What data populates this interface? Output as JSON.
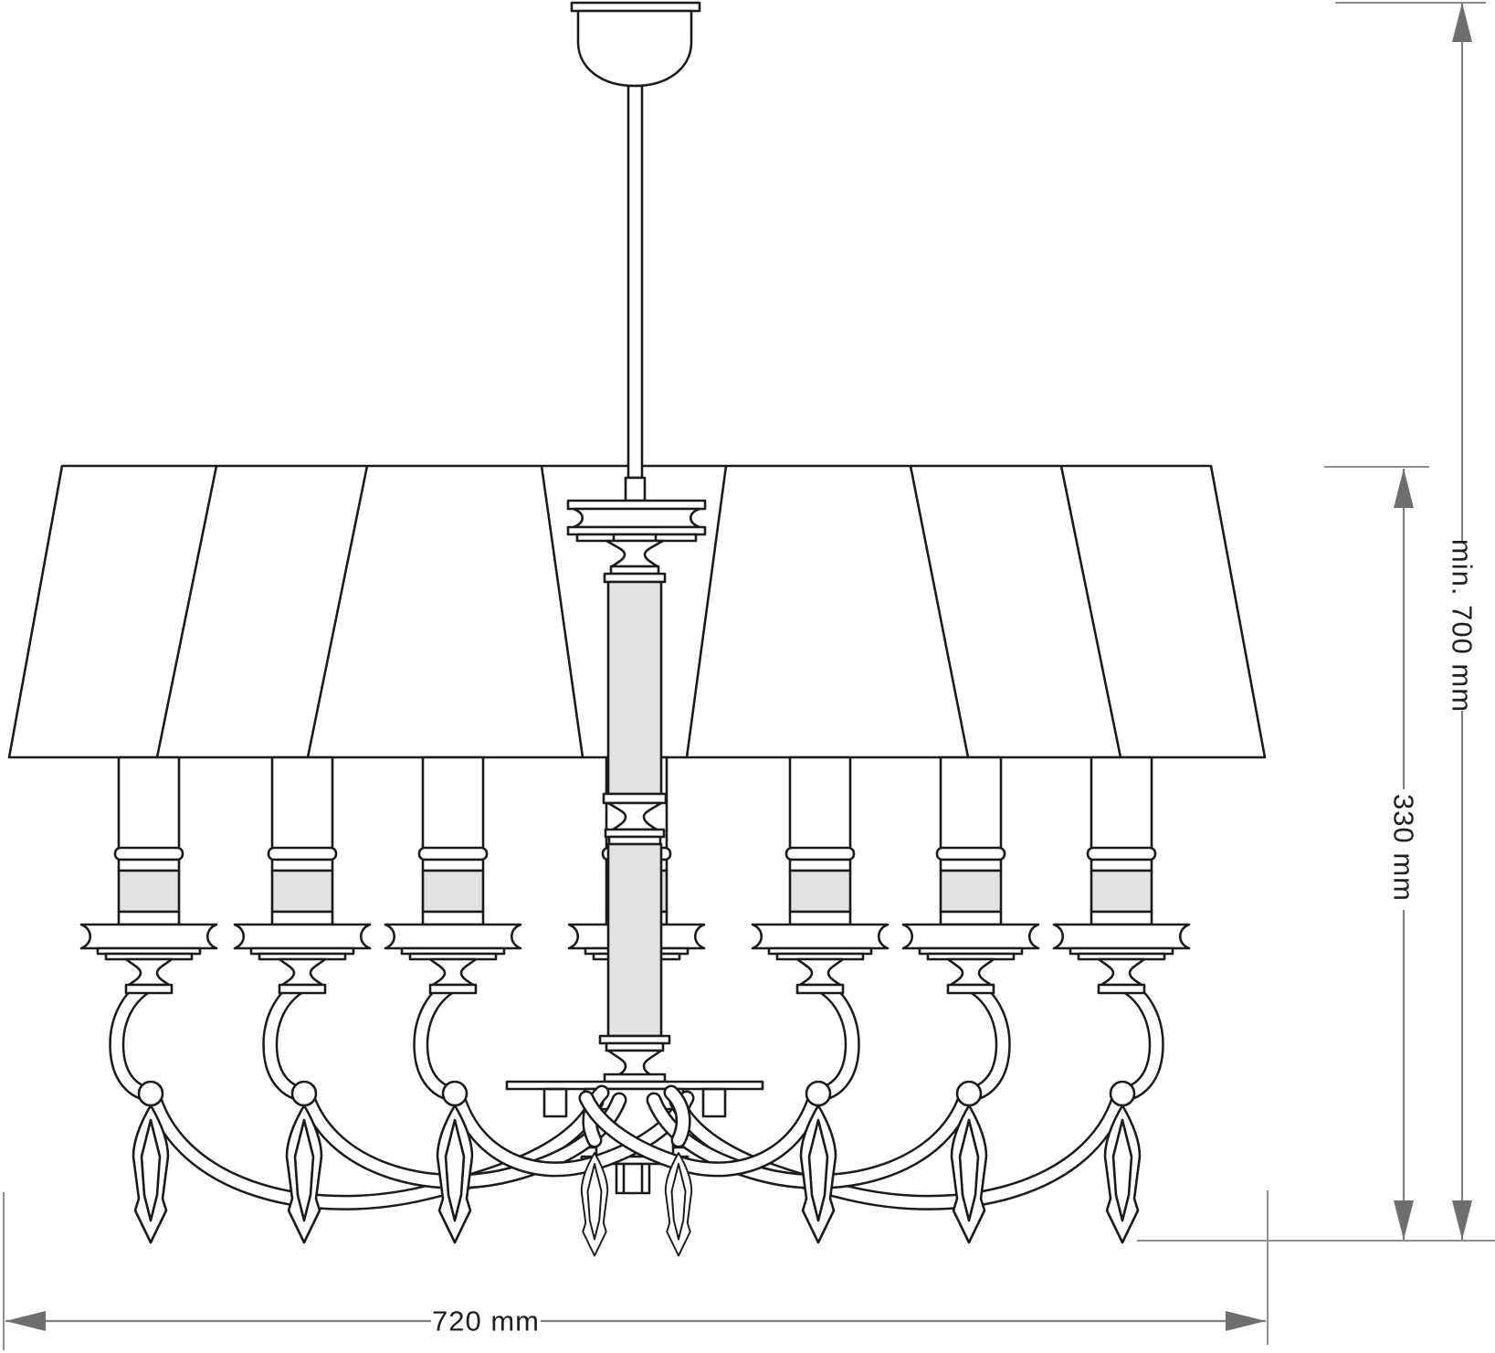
{
  "drawing": {
    "subject": "chandelier-technical-dimension-drawing",
    "dimensions": {
      "overall_height_label": "min. 700 mm",
      "body_height_label": "330 mm",
      "width_label": "720 mm"
    },
    "colors": {
      "line": "#1b1b1b",
      "shading_fill": "#e2e2e2",
      "dimension_line": "#7e7e7e",
      "dimension_arrow": "#6e6e6e",
      "dimension_text": "#1f1f1f",
      "background": "#ffffff"
    }
  }
}
